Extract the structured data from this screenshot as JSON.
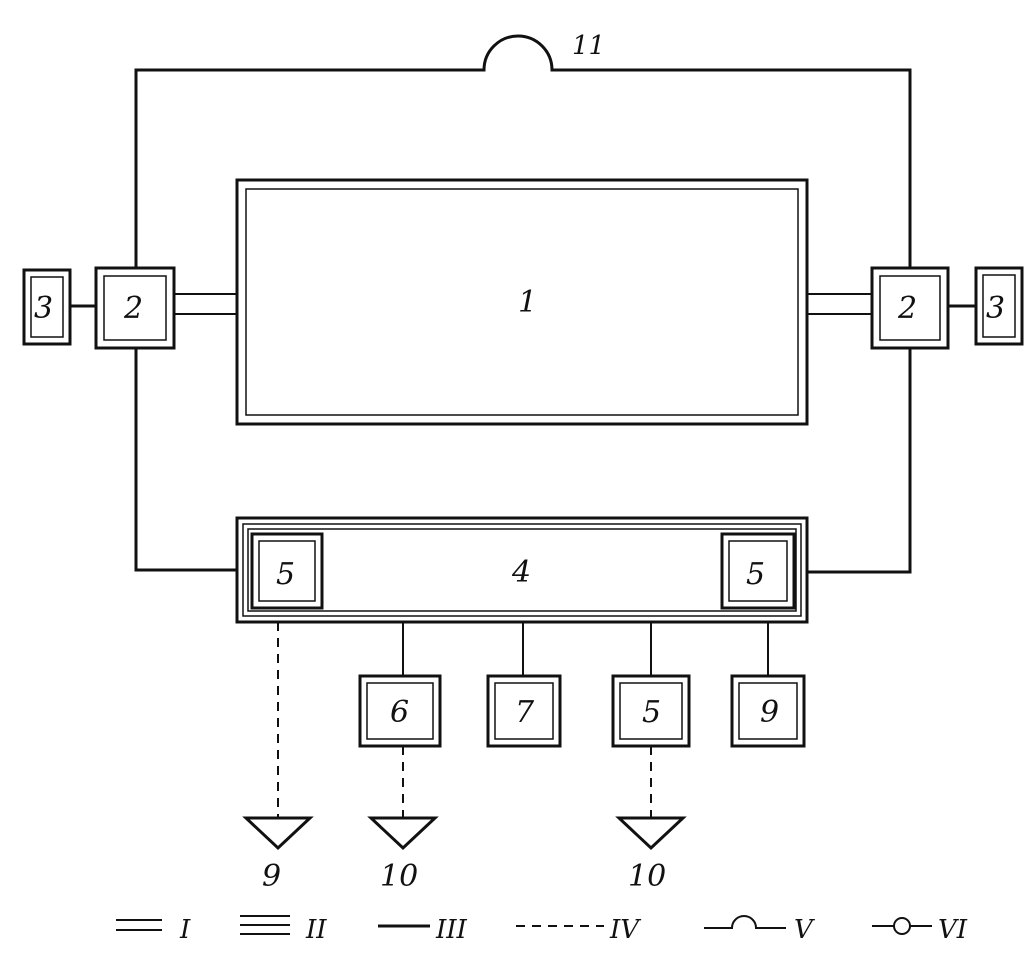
{
  "blocks": {
    "main": "1",
    "left_junction": "2",
    "right_junction": "2",
    "left_outer": "3",
    "right_outer": "3",
    "bus": "4",
    "bus_left": "5",
    "bus_right": "5",
    "b6": "6",
    "b7": "7",
    "b8": "5",
    "b9": "9"
  },
  "terminals": [
    "9",
    "10",
    "10"
  ],
  "bridge_label": "11",
  "legend": [
    "I",
    "II",
    "III",
    "IV",
    "V",
    "VI"
  ]
}
